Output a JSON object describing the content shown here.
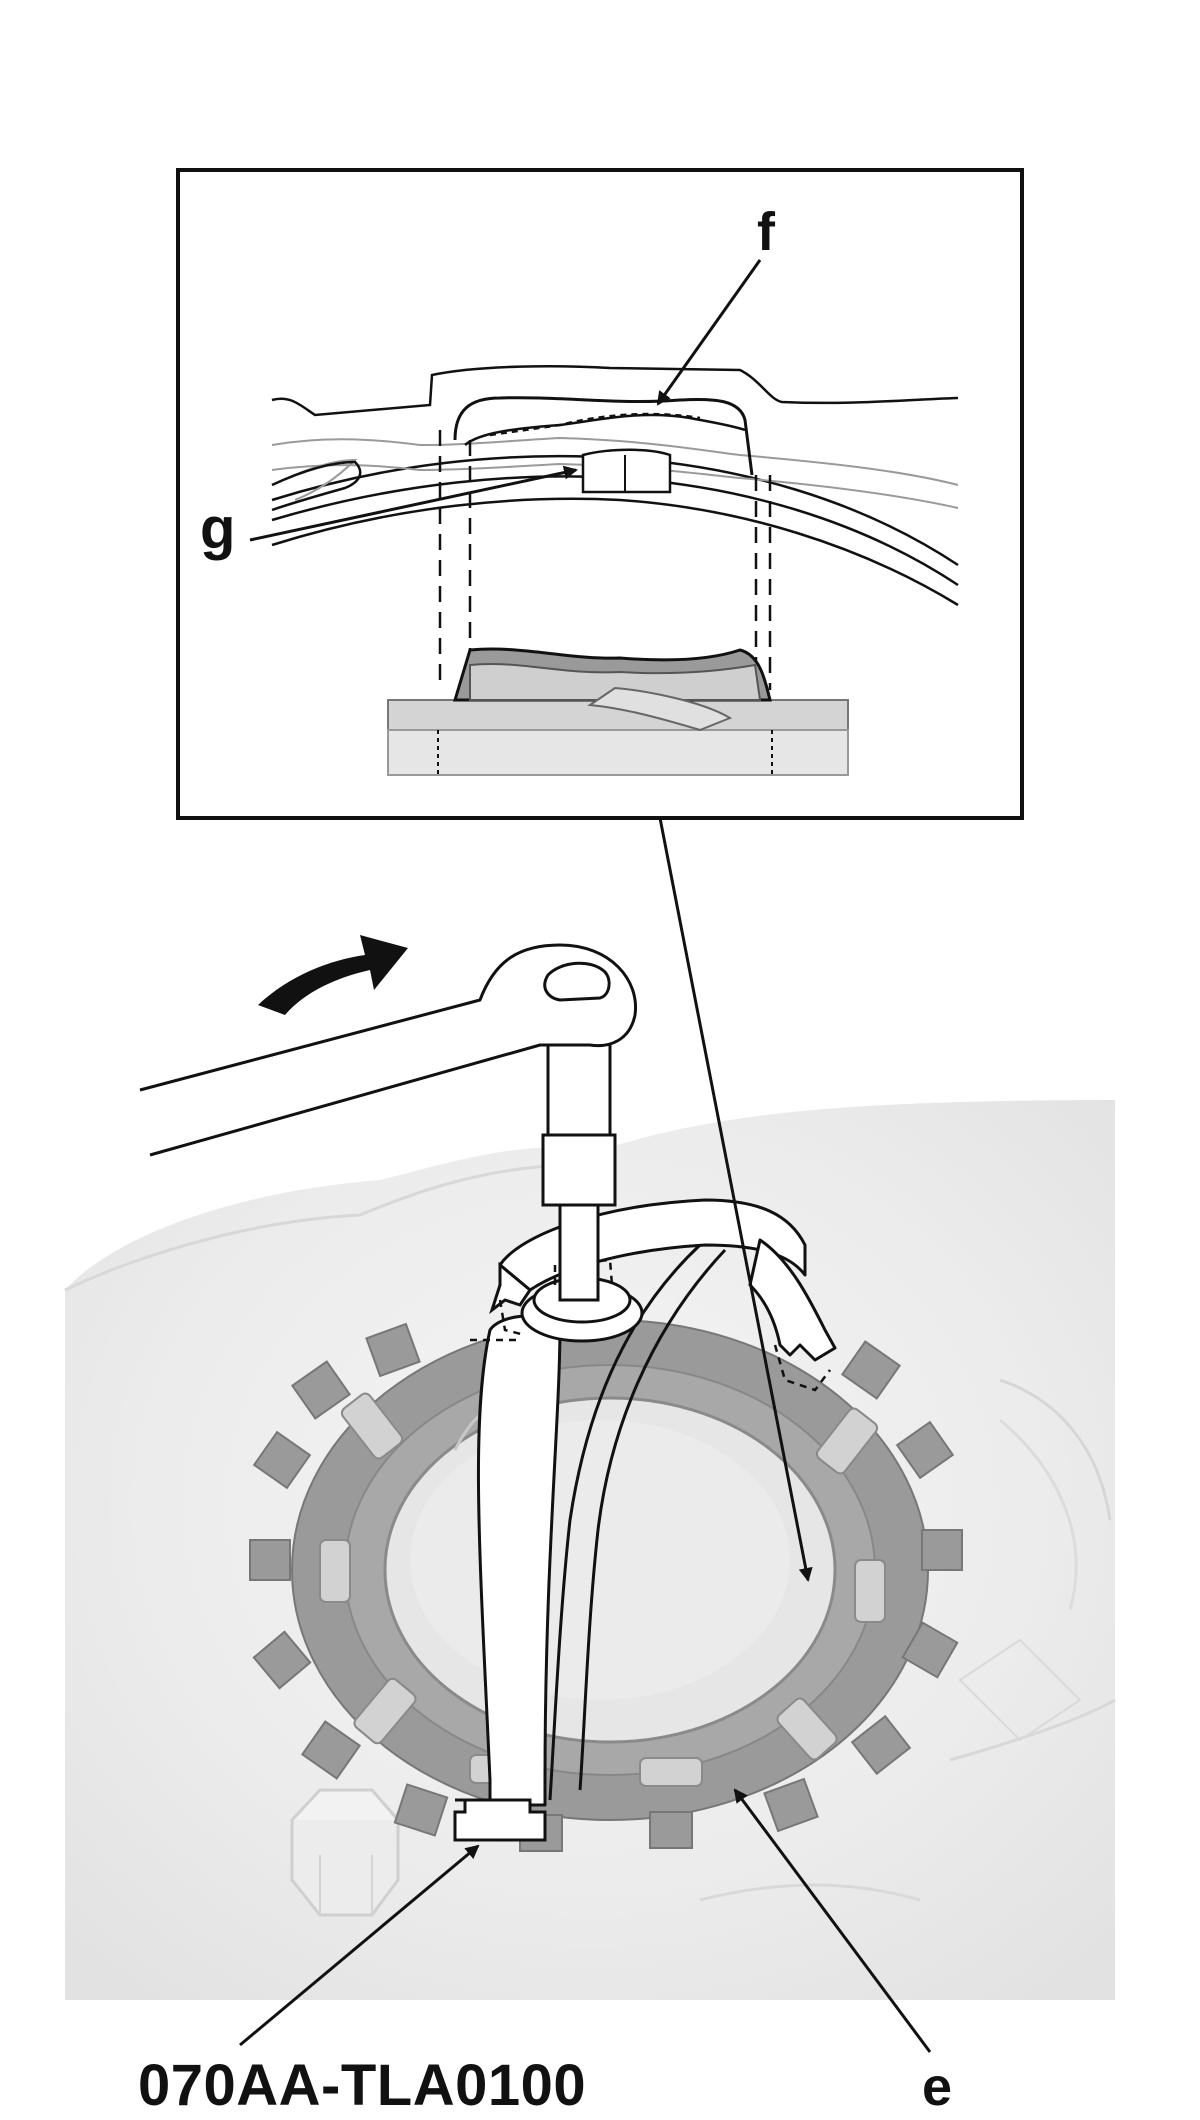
{
  "callouts": {
    "f": "f",
    "g": "g",
    "e": "e",
    "tool_part_number": "070AA-TLA0100"
  },
  "colors": {
    "line": "#111111",
    "ring_gray": "#8f8f8f",
    "tab_gray": "#c4c4c4",
    "background_shade": "#ececec",
    "tool_fill": "#ffffff"
  }
}
